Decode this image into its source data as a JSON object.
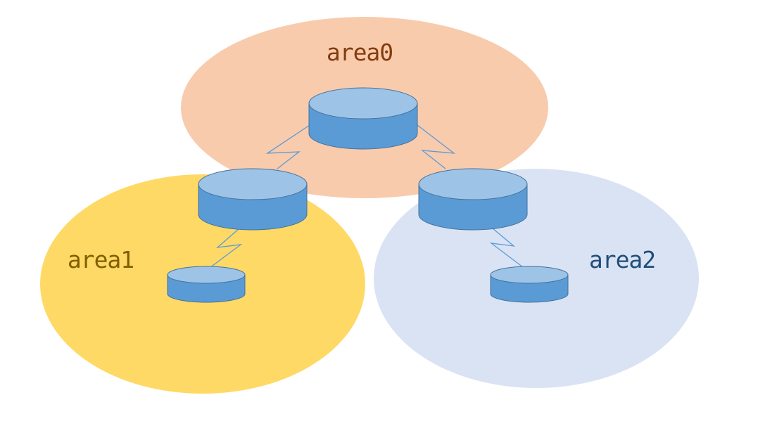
{
  "areas": [
    {
      "id": "area0",
      "label": "area0",
      "fill": "#F8CBAD",
      "text_color": "#843C0C"
    },
    {
      "id": "area1",
      "label": "area1",
      "fill": "#FFD966",
      "text_color": "#7F6000"
    },
    {
      "id": "area2",
      "label": "area2",
      "fill": "#DAE3F3",
      "text_color": "#1F4E79"
    }
  ],
  "routers": [
    {
      "id": "core",
      "area": "area0",
      "role": "backbone"
    },
    {
      "id": "abr-left",
      "area": "area0/area1",
      "role": "area-border"
    },
    {
      "id": "abr-right",
      "area": "area0/area2",
      "role": "area-border"
    },
    {
      "id": "internal-area1",
      "area": "area1",
      "role": "internal"
    },
    {
      "id": "internal-area2",
      "area": "area2",
      "role": "internal"
    }
  ],
  "links": [
    {
      "from": "core",
      "to": "abr-left",
      "style": "zigzag"
    },
    {
      "from": "core",
      "to": "abr-right",
      "style": "zigzag"
    },
    {
      "from": "abr-left",
      "to": "internal-area1",
      "style": "zigzag"
    },
    {
      "from": "abr-right",
      "to": "internal-area2",
      "style": "zigzag"
    }
  ],
  "colors": {
    "cylinder_top": "#9DC3E6",
    "cylinder_side": "#5B9BD5",
    "cylinder_stroke": "#41719C",
    "link_stroke": "#5B9BD5"
  }
}
